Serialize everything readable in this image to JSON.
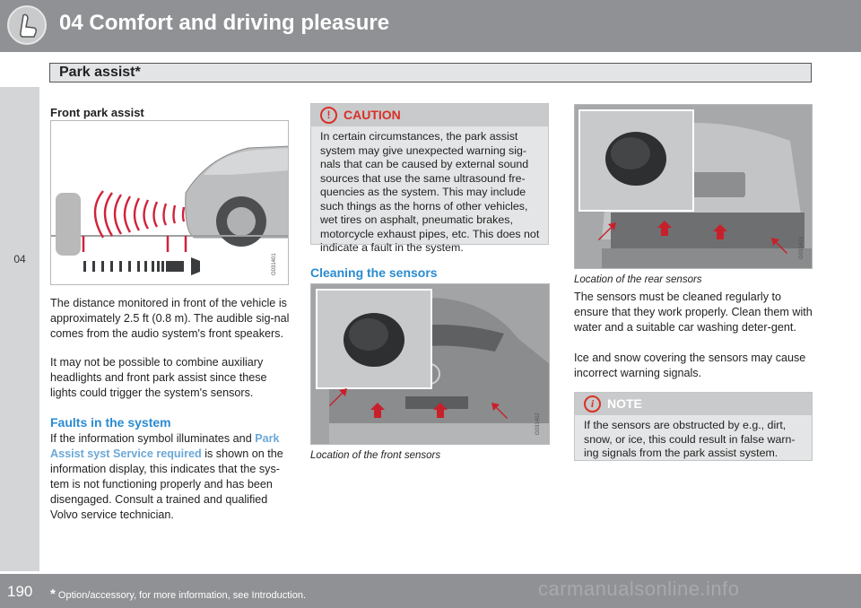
{
  "header": {
    "chapter_title": "04 Comfort and driving pleasure",
    "section_title": "Park assist*"
  },
  "side_tab": {
    "number": "04"
  },
  "footer": {
    "page_number": "190",
    "footnote_star": "*",
    "footnote_text": " Option/accessory, for more information, see Introduction.",
    "watermark": "carmanualsonline.info"
  },
  "col1": {
    "heading": "Front park assist",
    "figure_id": "G031401",
    "para1": "The distance monitored in front of the vehicle is approximately 2.5 ft (0.8 m). The audible sig-nal comes from the audio system's front speakers.",
    "para2": "It may not be possible to combine auxiliary headlights and front park assist since these lights could trigger the system's sensors.",
    "faults_heading": "Faults in the system",
    "faults_text_a": "If the information symbol illuminates and ",
    "faults_text_hl": "Park Assist syst Service required",
    "faults_text_b": " is shown on the information display, this indicates that the sys-tem is not functioning properly and has been disengaged. Consult a trained and qualified Volvo service technician."
  },
  "col2": {
    "caution_title": "CAUTION",
    "caution_text": "In certain circumstances, the park assist system may give unexpected warning sig-nals that can be caused by external sound sources that use the same ultrasound fre-quencies as the system. This may include such things as the horns of other vehicles, wet tires on asphalt, pneumatic brakes, motorcycle exhaust pipes, etc. This does not indicate a fault in the system.",
    "cleaning_heading": "Cleaning the sensors",
    "figure_id": "G031402",
    "caption": "Location of the front sensors"
  },
  "col3": {
    "figure_id": "G031403",
    "caption": "Location of the rear sensors",
    "para1": "The sensors must be cleaned regularly to ensure that they work properly. Clean them with water and a suitable car washing deter-gent.",
    "para2": "Ice and snow covering the sensors may cause incorrect warning signals.",
    "note_title": "NOTE",
    "note_text": "If the sensors are obstructed by e.g., dirt, snow, or ice, this could result in false warn-ing signals from the park assist system."
  },
  "colors": {
    "accent_blue": "#2a8bd0",
    "caution_red": "#d83027",
    "arrow_red": "#c8202a",
    "header_gray": "#8f9194"
  }
}
